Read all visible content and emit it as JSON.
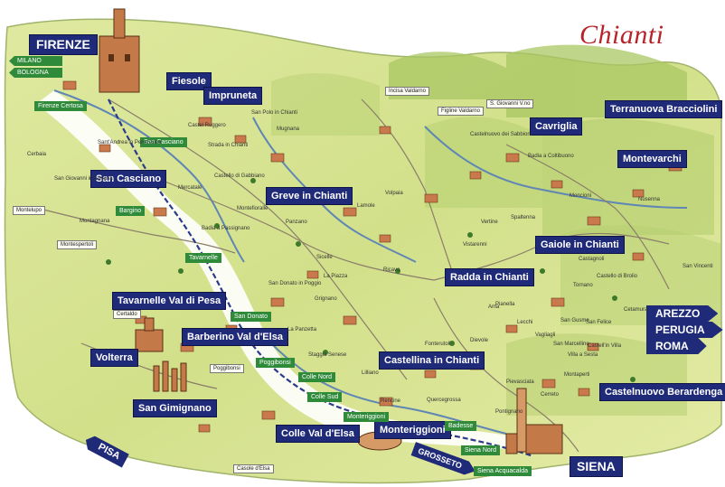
{
  "title": "Chianti",
  "main_labels": {
    "firenze": "FIRENZE",
    "fiesole": "Fiesole",
    "impruneta": "Impruneta",
    "san_casciano": "San Casciano",
    "greve": "Greve in Chianti",
    "cavriglia": "Cavriglia",
    "terranuova": "Terranuova Bracciolini",
    "montevarchi": "Montevarchi",
    "gaiole": "Gaiole in Chianti",
    "radda": "Radda in Chianti",
    "tavarnelle": "Tavarnelle Val di Pesa",
    "barberino": "Barberino Val d'Elsa",
    "volterra": "Volterra",
    "castellina": "Castellina in Chianti",
    "castelnuovo": "Castelnuovo Berardenga",
    "san_gimignano": "San Gimignano",
    "colle": "Colle Val d'Elsa",
    "monteriggioni": "Monteriggioni",
    "siena": "SIENA"
  },
  "directions": {
    "arezzo": "AREZZO",
    "perugia": "PERUGIA",
    "roma": "ROMA",
    "pisa": "PISA",
    "grosseto": "GROSSETO",
    "milano": "MILANO",
    "bologna": "BOLOGNA"
  },
  "green_signs": {
    "firenze_certosa": "Firenze Certosa",
    "san_casciano_exit": "San Casciano",
    "bargino": "Bargino",
    "tavarnelle_exit": "Tavarnelle",
    "san_donato": "San Donato",
    "poggibonsi_n": "Poggibonsi",
    "colle_nord": "Colle Nord",
    "colle_sud": "Colle Sud",
    "monteriggioni_exit": "Monteriggioni",
    "badesse": "Badesse",
    "siena_nord": "Siena Nord",
    "siena_aquacalda": "Siena Acquacalda"
  },
  "white_signs": {
    "montelupo": "Montelupo",
    "montespertoli": "Montespertoli",
    "certaldo": "Certaldo",
    "poggibonsi": "Poggibonsi",
    "casole": "Casole d'Elsa",
    "incisa": "Incisa Valdarno",
    "figline": "Figline Valdarno",
    "san_giovanni": "S. Giovanni V.no"
  },
  "villages": {
    "cerbaia": "Cerbaia",
    "sant_andrea": "Sant'Andrea in Percussina",
    "san_giovanni_sugana": "San Giovanni in Sugana",
    "montagnana": "Montagnana",
    "castel_ruggero": "Castel Ruggero",
    "strada": "Strada in Chianti",
    "san_polo": "San Polo in Chianti",
    "mugnana": "Mugnana",
    "gaiole_castello": "Castello di Gabbiano",
    "mercatale": "Mercatale",
    "montefioralle": "Montefioralle",
    "panzano": "Panzano",
    "badia_passignano": "Badia a Passignano",
    "lamole": "Lamole",
    "volpaia": "Volpaia",
    "san_donato_poggio": "San Donato in Poggio",
    "la_piazza": "La Piazza",
    "grignano": "Grignano",
    "vistarenni": "Vistarenni",
    "coltibuono": "Badia a Coltibuono",
    "castagnoli": "Castagnoli",
    "brolio": "Castello di Brolio",
    "san_gusme": "San Gusme",
    "pianella": "Pianella",
    "vagliagli": "Vagliagli",
    "fonterutoli": "Fonterutoli",
    "quercegrossa": "Quercegrossa",
    "pontignano": "Pontignano",
    "montevarchi_village": "Moncioni",
    "nusenna": "Nusenna",
    "san_vincenti": "San Vincenti",
    "cetamura": "Cetamura",
    "pievasciata": "Pievasciata",
    "cerreto": "Cerreto",
    "villa_a_sesta": "Villa a Sesta",
    "montaperti": "Montaperti",
    "staggia": "Staggia Senese",
    "lilliano": "Lilliano",
    "rencine": "Rencine",
    "la_panzetta": "La Panzetta",
    "sicelle": "Sicelle",
    "ricavo": "Ricavo",
    "cavriglia_vill": "Castelnuovo dei Sabbioni",
    "spaltenna": "Spaltenna",
    "vertine": "Vertine",
    "ama": "Ama",
    "san_felice": "San Felice",
    "castell_in_villa": "Castell'in Villa",
    "san_marcellino": "San Marcellino",
    "tornano": "Tornano",
    "lecchi": "Lecchi",
    "dievole": "Dievole"
  },
  "colors": {
    "sea": "#ffffff",
    "land_light": "#e2ea98",
    "land_mid": "#c8d87a",
    "hill": "#a3c25a",
    "river": "#5f86b5",
    "road": "#8a7e6a",
    "highway": "#2b3a8a",
    "label_bg": "#1f2a78",
    "green_sign": "#2f8a3a",
    "title": "#b8232a"
  },
  "icons": [
    "palazzo-vecchio-icon",
    "siena-tower-icon",
    "village-icon",
    "direction-arrow-icon"
  ]
}
